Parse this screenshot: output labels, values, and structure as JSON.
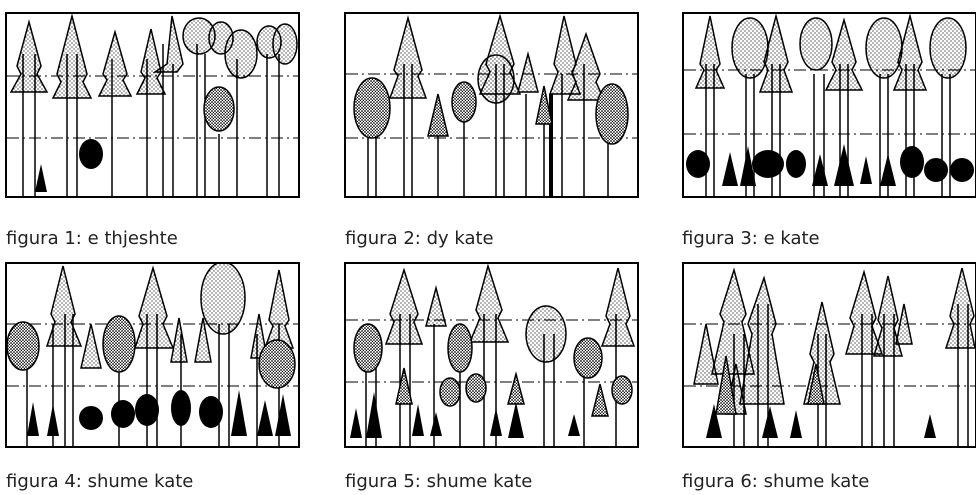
{
  "figures": [
    {
      "caption": "figura 1: e thjeshte"
    },
    {
      "caption": "figura 2: dy kate"
    },
    {
      "caption": "figura 3: e kate"
    },
    {
      "caption": "figura 4: shume kate"
    },
    {
      "caption": "figura 5: shume kate"
    },
    {
      "caption": "figura 6: shume kate"
    }
  ]
}
